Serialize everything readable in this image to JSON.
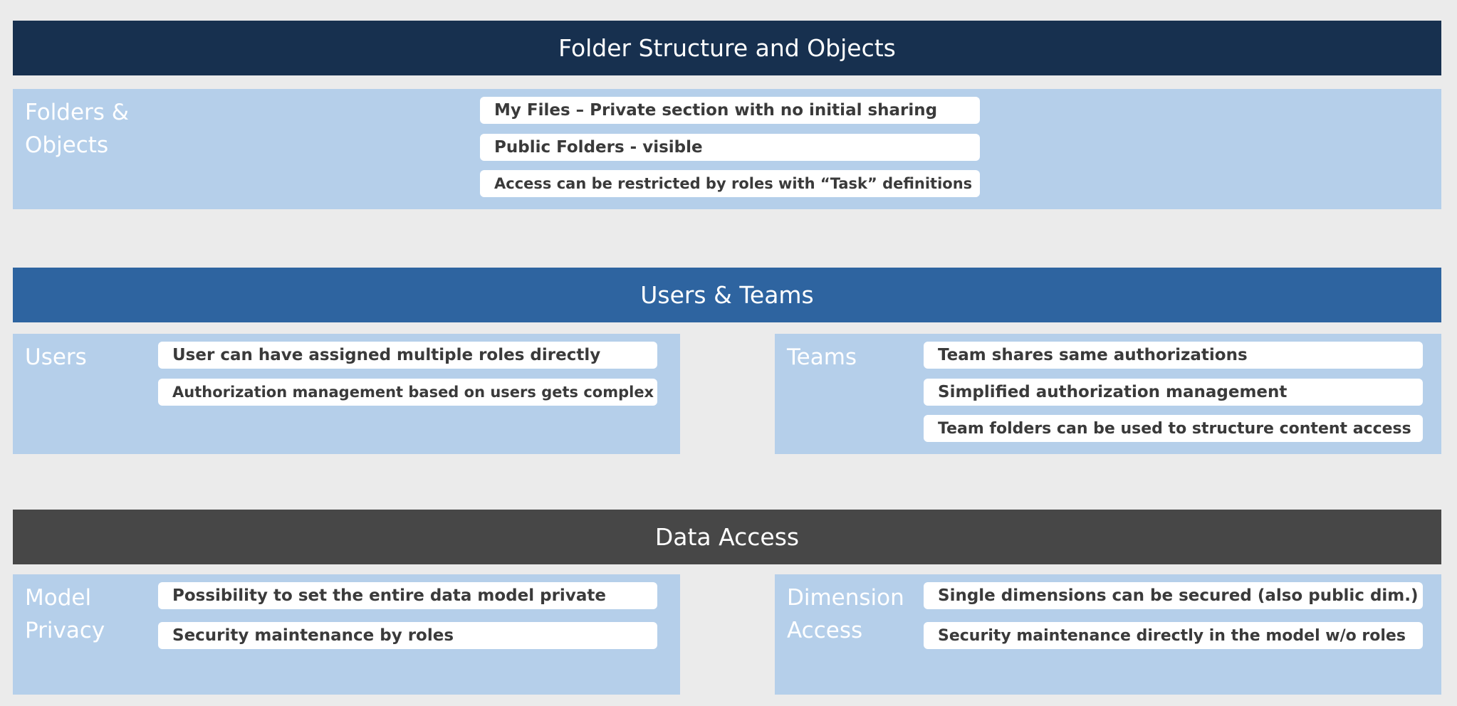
{
  "sections": [
    {
      "title": "Folder Structure and Objects",
      "header_color": "#17304f",
      "panels": [
        {
          "label": "Folders & Objects",
          "items": [
            "My Files – Private section with no initial sharing",
            "Public Folders - visible",
            "Access can be restricted by roles with “Task” definitions"
          ]
        }
      ]
    },
    {
      "title": "Users & Teams",
      "header_color": "#2e64a0",
      "panels": [
        {
          "label": "Users",
          "items": [
            "User can have assigned multiple roles directly",
            "Authorization management based on users gets complex"
          ]
        },
        {
          "label": "Teams",
          "items": [
            "Team shares same authorizations",
            "Simplified authorization management",
            "Team folders can be used to structure content access"
          ]
        }
      ]
    },
    {
      "title": "Data Access",
      "header_color": "#474747",
      "panels": [
        {
          "label": "Model Privacy",
          "items": [
            "Possibility to set the entire data model private",
            "Security maintenance by roles"
          ]
        },
        {
          "label": "Dimension Access",
          "items": [
            "Single dimensions can be secured (also public dim.)",
            "Security maintenance directly in the model w/o roles"
          ]
        }
      ]
    }
  ],
  "colors": {
    "background": "#ebebeb",
    "panel": "#b5cfea",
    "item_box": "#ffffff",
    "item_text": "#3a3a3a"
  }
}
